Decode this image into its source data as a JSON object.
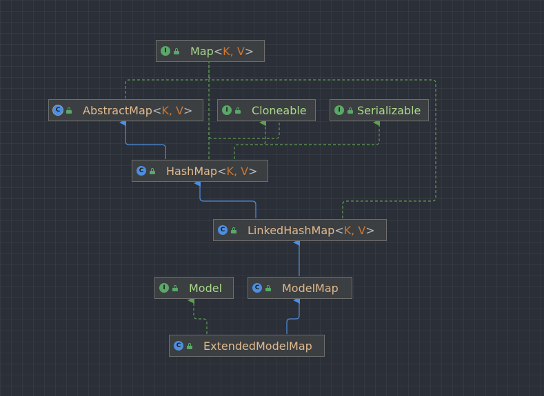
{
  "colors": {
    "background": "#2b2f38",
    "node_fill": "#3c3f41",
    "node_border": "#6e6e6e",
    "implements_edge": "#5fa04e",
    "extends_edge": "#4d8ee0",
    "interface_name": "#a9d88a",
    "class_name": "#e0b98f",
    "type_params": "#cc7832"
  },
  "nodes": [
    {
      "id": "map",
      "kind": "interface",
      "badge": "I",
      "name": "Map",
      "type_params": "K, V"
    },
    {
      "id": "abstractmap",
      "kind": "abstract-class",
      "badge": "C",
      "name": "AbstractMap",
      "type_params": "K, V"
    },
    {
      "id": "cloneable",
      "kind": "interface",
      "badge": "I",
      "name": "Cloneable",
      "type_params": ""
    },
    {
      "id": "serializable",
      "kind": "interface",
      "badge": "I",
      "name": "Serializable",
      "type_params": ""
    },
    {
      "id": "hashmap",
      "kind": "class",
      "badge": "C",
      "name": "HashMap",
      "type_params": "K, V"
    },
    {
      "id": "linkedhashmap",
      "kind": "class",
      "badge": "C",
      "name": "LinkedHashMap",
      "type_params": "K, V"
    },
    {
      "id": "model",
      "kind": "interface",
      "badge": "I",
      "name": "Model",
      "type_params": ""
    },
    {
      "id": "modelmap",
      "kind": "class",
      "badge": "C",
      "name": "ModelMap",
      "type_params": ""
    },
    {
      "id": "extendedmodelmap",
      "kind": "class",
      "badge": "C",
      "name": "ExtendedModelMap",
      "type_params": ""
    }
  ],
  "edges": [
    {
      "from": "abstractmap",
      "to": "map",
      "relation": "implements"
    },
    {
      "from": "hashmap",
      "to": "map",
      "relation": "implements"
    },
    {
      "from": "hashmap",
      "to": "cloneable",
      "relation": "implements"
    },
    {
      "from": "hashmap",
      "to": "serializable",
      "relation": "implements"
    },
    {
      "from": "hashmap",
      "to": "abstractmap",
      "relation": "extends"
    },
    {
      "from": "linkedhashmap",
      "to": "hashmap",
      "relation": "extends"
    },
    {
      "from": "linkedhashmap",
      "to": "map",
      "relation": "implements"
    },
    {
      "from": "modelmap",
      "to": "linkedhashmap",
      "relation": "extends"
    },
    {
      "from": "extendedmodelmap",
      "to": "modelmap",
      "relation": "extends"
    },
    {
      "from": "extendedmodelmap",
      "to": "model",
      "relation": "implements"
    }
  ]
}
